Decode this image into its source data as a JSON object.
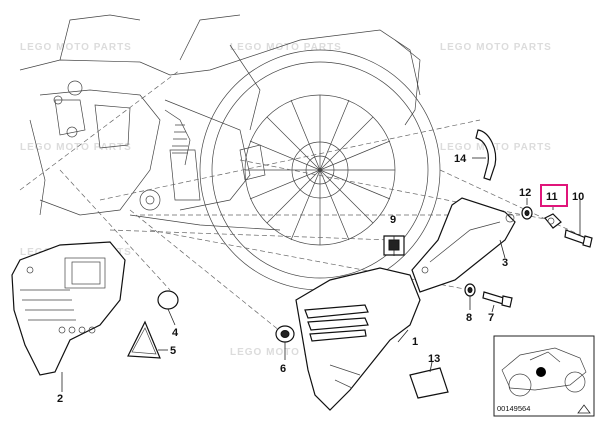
{
  "watermark": "LEGO MOTO PARTS",
  "highlight_color": "#e0157a",
  "callouts": [
    {
      "id": "1",
      "text": "1"
    },
    {
      "id": "2",
      "text": "2"
    },
    {
      "id": "3",
      "text": "3"
    },
    {
      "id": "4",
      "text": "4"
    },
    {
      "id": "5",
      "text": "5"
    },
    {
      "id": "6",
      "text": "6"
    },
    {
      "id": "7",
      "text": "7"
    },
    {
      "id": "8",
      "text": "8"
    },
    {
      "id": "9",
      "text": "9"
    },
    {
      "id": "10",
      "text": "10"
    },
    {
      "id": "11",
      "text": "11"
    },
    {
      "id": "12",
      "text": "12"
    },
    {
      "id": "13",
      "text": "13"
    },
    {
      "id": "14",
      "text": "14"
    }
  ],
  "inset": {
    "diagram_code": "00149564"
  }
}
